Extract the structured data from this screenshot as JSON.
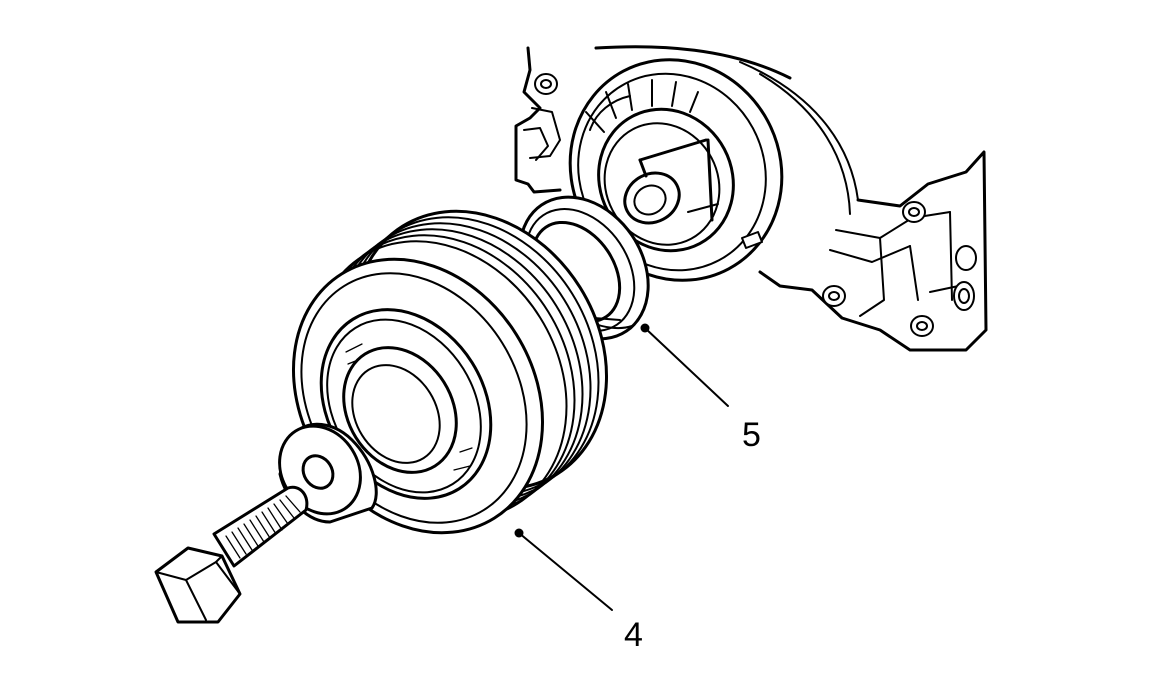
{
  "callouts": [
    {
      "id": "crankshaft-pulley",
      "label": "4"
    },
    {
      "id": "oil-seal",
      "label": "5"
    }
  ]
}
